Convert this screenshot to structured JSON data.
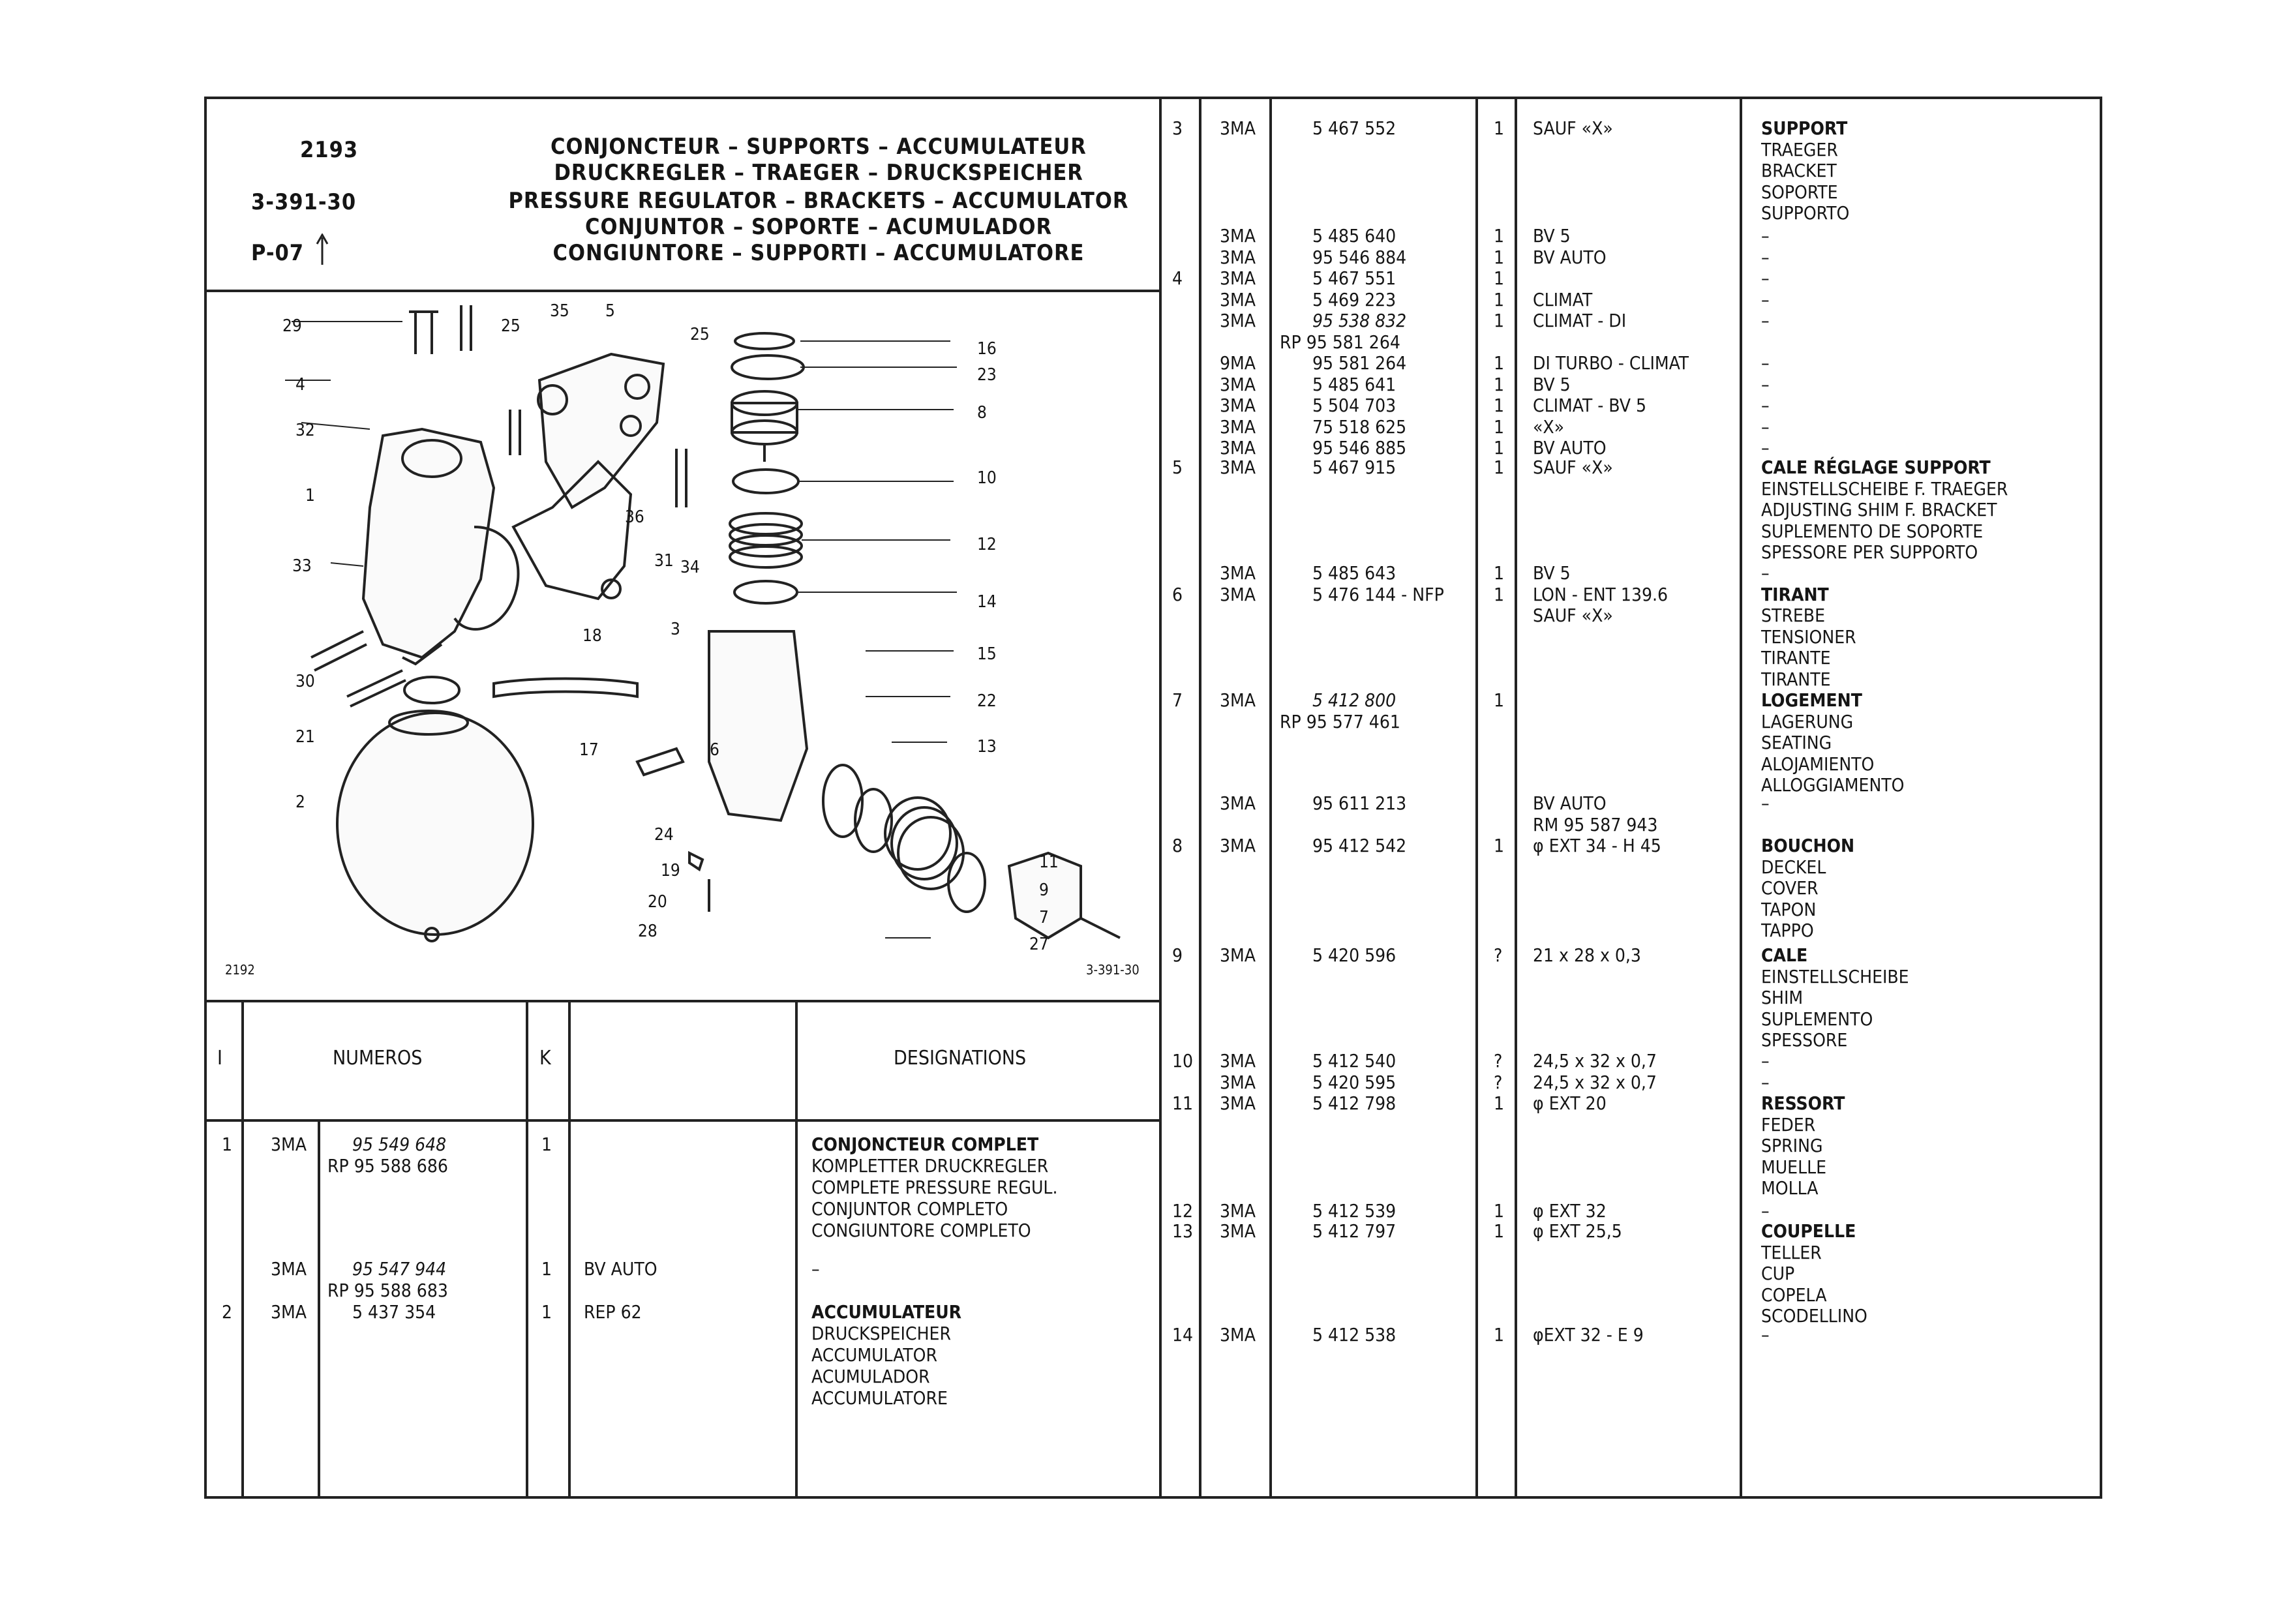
{
  "header": {
    "code1": "2193",
    "code2": "3-391-30",
    "code3": "P-07",
    "titles": [
      "CONJONCTEUR – SUPPORTS – ACCUMULATEUR",
      "DRUCKREGLER – TRAEGER – DRUCKSPEICHER",
      "PRESSURE REGULATOR – BRACKETS – ACCUMULATOR",
      "CONJUNTOR – SOPORTE – ACUMULADOR",
      "CONGIUNTORE – SUPPORTI – ACCUMULATORE"
    ]
  },
  "diagram": {
    "fig_left": "2192",
    "fig_right": "3-391-30",
    "callouts": [
      "29",
      "25",
      "35",
      "5",
      "25",
      "16",
      "4",
      "23",
      "8",
      "32",
      "10",
      "1",
      "36",
      "12",
      "33",
      "31",
      "34",
      "14",
      "18",
      "3",
      "15",
      "30",
      "22",
      "21",
      "6",
      "17",
      "13",
      "2",
      "24",
      "19",
      "11",
      "9",
      "20",
      "7",
      "28",
      "27"
    ]
  },
  "table_headers": {
    "index": "I",
    "numeros": "NUMEROS",
    "k": "K",
    "designations": "DESIGNATIONS"
  },
  "left_rows": [
    {
      "idx": "1",
      "model": "3MA",
      "num": "95 549 648",
      "num_italic": true,
      "k": "1",
      "note": "",
      "desig": "CONJONCTEUR COMPLET",
      "desig_bold": true
    },
    {
      "idx": "",
      "model": "",
      "num": "RP 95 588 686",
      "num_italic": false,
      "k": "",
      "note": "",
      "desig": "KOMPLETTER DRUCKREGLER",
      "desig_bold": false
    },
    {
      "idx": "",
      "model": "",
      "num": "",
      "num_italic": false,
      "k": "",
      "note": "",
      "desig": "COMPLETE PRESSURE REGUL.",
      "desig_bold": false
    },
    {
      "idx": "",
      "model": "",
      "num": "",
      "num_italic": false,
      "k": "",
      "note": "",
      "desig": "CONJUNTOR COMPLETO",
      "desig_bold": false
    },
    {
      "idx": "",
      "model": "",
      "num": "",
      "num_italic": false,
      "k": "",
      "note": "",
      "desig": "CONGIUNTORE COMPLETO",
      "desig_bold": false
    },
    {
      "idx": "",
      "model": "3MA",
      "num": "95 547 944",
      "num_italic": true,
      "k": "1",
      "note": "BV AUTO",
      "desig": "–",
      "desig_bold": false
    },
    {
      "idx": "",
      "model": "",
      "num": "RP 95 588 683",
      "num_italic": false,
      "k": "",
      "note": "",
      "desig": "",
      "desig_bold": false
    },
    {
      "idx": "2",
      "model": "3MA",
      "num": "5 437 354",
      "num_italic": false,
      "k": "1",
      "note": "REP 62",
      "desig": "ACCUMULATEUR",
      "desig_bold": true
    },
    {
      "idx": "",
      "model": "",
      "num": "",
      "num_italic": false,
      "k": "",
      "note": "",
      "desig": "DRUCKSPEICHER",
      "desig_bold": false
    },
    {
      "idx": "",
      "model": "",
      "num": "",
      "num_italic": false,
      "k": "",
      "note": "",
      "desig": "ACCUMULATOR",
      "desig_bold": false
    },
    {
      "idx": "",
      "model": "",
      "num": "",
      "num_italic": false,
      "k": "",
      "note": "",
      "desig": "ACUMULADOR",
      "desig_bold": false
    },
    {
      "idx": "",
      "model": "",
      "num": "",
      "num_italic": false,
      "k": "",
      "note": "",
      "desig": "ACCUMULATORE",
      "desig_bold": false
    }
  ],
  "right_rows": [
    {
      "row": 0,
      "idx": "3",
      "model": "3MA",
      "num": "5 467 552",
      "italic": false,
      "k": "1",
      "note": "SAUF «X»",
      "desig": "SUPPORT",
      "bold": true
    },
    {
      "row": 1,
      "idx": "",
      "model": "",
      "num": "",
      "italic": false,
      "k": "",
      "note": "",
      "desig": "TRAEGER",
      "bold": false
    },
    {
      "row": 2,
      "idx": "",
      "model": "",
      "num": "",
      "italic": false,
      "k": "",
      "note": "",
      "desig": "BRACKET",
      "bold": false
    },
    {
      "row": 3,
      "idx": "",
      "model": "",
      "num": "",
      "italic": false,
      "k": "",
      "note": "",
      "desig": "SOPORTE",
      "bold": false
    },
    {
      "row": 4,
      "idx": "",
      "model": "",
      "num": "",
      "italic": false,
      "k": "",
      "note": "",
      "desig": "SUPPORTO",
      "bold": false
    },
    {
      "row": 5,
      "idx": "",
      "model": "3MA",
      "num": "5 485 640",
      "italic": false,
      "k": "1",
      "note": "BV 5",
      "desig": "–",
      "bold": false
    },
    {
      "row": 6,
      "idx": "",
      "model": "3MA",
      "num": "95 546 884",
      "italic": false,
      "k": "1",
      "note": "BV AUTO",
      "desig": "–",
      "bold": false
    },
    {
      "row": 7,
      "idx": "4",
      "model": "3MA",
      "num": "5 467 551",
      "italic": false,
      "k": "1",
      "note": "",
      "desig": "–",
      "bold": false
    },
    {
      "row": 8,
      "idx": "",
      "model": "3MA",
      "num": "5 469 223",
      "italic": false,
      "k": "1",
      "note": "CLIMAT",
      "desig": "–",
      "bold": false
    },
    {
      "row": 9,
      "idx": "",
      "model": "3MA",
      "num": "95 538 832",
      "italic": true,
      "k": "1",
      "note": "CLIMAT - DI",
      "desig": "–",
      "bold": false
    },
    {
      "row": 10,
      "idx": "",
      "model": "",
      "num": "RP 95 581 264",
      "italic": false,
      "k": "",
      "note": "",
      "desig": "",
      "bold": false
    },
    {
      "row": 11,
      "idx": "",
      "model": "9MA",
      "num": "95 581 264",
      "italic": false,
      "k": "1",
      "note": "DI TURBO - CLIMAT",
      "desig": "–",
      "bold": false
    },
    {
      "row": 12,
      "idx": "",
      "model": "3MA",
      "num": "5 485 641",
      "italic": false,
      "k": "1",
      "note": "BV 5",
      "desig": "–",
      "bold": false
    },
    {
      "row": 13,
      "idx": "",
      "model": "3MA",
      "num": "5 504 703",
      "italic": false,
      "k": "1",
      "note": "CLIMAT - BV 5",
      "desig": "–",
      "bold": false
    },
    {
      "row": 14,
      "idx": "",
      "model": "3MA",
      "num": "75 518 625",
      "italic": false,
      "k": "1",
      "note": "«X»",
      "desig": "–",
      "bold": false
    },
    {
      "row": 15,
      "idx": "",
      "model": "3MA",
      "num": "95 546 885",
      "italic": false,
      "k": "1",
      "note": "BV AUTO",
      "desig": "–",
      "bold": false
    },
    {
      "row": 16,
      "idx": "5",
      "model": "3MA",
      "num": "5 467 915",
      "italic": false,
      "k": "1",
      "note": "SAUF «X»",
      "desig": "CALE RÉGLAGE SUPPORT",
      "bold": true
    },
    {
      "row": 17,
      "idx": "",
      "model": "",
      "num": "",
      "italic": false,
      "k": "",
      "note": "",
      "desig": "EINSTELLSCHEIBE F. TRAEGER",
      "bold": false
    },
    {
      "row": 18,
      "idx": "",
      "model": "",
      "num": "",
      "italic": false,
      "k": "",
      "note": "",
      "desig": "ADJUSTING SHIM F. BRACKET",
      "bold": false
    },
    {
      "row": 19,
      "idx": "",
      "model": "",
      "num": "",
      "italic": false,
      "k": "",
      "note": "",
      "desig": "SUPLEMENTO DE SOPORTE",
      "bold": false
    },
    {
      "row": 20,
      "idx": "",
      "model": "",
      "num": "",
      "italic": false,
      "k": "",
      "note": "",
      "desig": "SPESSORE PER SUPPORTO",
      "bold": false
    },
    {
      "row": 21,
      "idx": "",
      "model": "3MA",
      "num": "5 485 643",
      "italic": false,
      "k": "1",
      "note": "BV 5",
      "desig": "–",
      "bold": false
    },
    {
      "row": 22,
      "idx": "6",
      "model": "3MA",
      "num": "5 476 144 - NFP",
      "italic": false,
      "k": "1",
      "note": "LON - ENT 139.6",
      "desig": "TIRANT",
      "bold": true
    },
    {
      "row": 23,
      "idx": "",
      "model": "",
      "num": "",
      "italic": false,
      "k": "",
      "note": "SAUF «X»",
      "desig": "STREBE",
      "bold": false
    },
    {
      "row": 24,
      "idx": "",
      "model": "",
      "num": "",
      "italic": false,
      "k": "",
      "note": "",
      "desig": "TENSIONER",
      "bold": false
    },
    {
      "row": 25,
      "idx": "",
      "model": "",
      "num": "",
      "italic": false,
      "k": "",
      "note": "",
      "desig": "TIRANTE",
      "bold": false
    },
    {
      "row": 26,
      "idx": "",
      "model": "",
      "num": "",
      "italic": false,
      "k": "",
      "note": "",
      "desig": "TIRANTE",
      "bold": false
    },
    {
      "row": 27,
      "idx": "7",
      "model": "3MA",
      "num": "5 412 800",
      "italic": true,
      "k": "1",
      "note": "",
      "desig": "LOGEMENT",
      "bold": true
    },
    {
      "row": 28,
      "idx": "",
      "model": "",
      "num": "RP 95 577 461",
      "italic": false,
      "k": "",
      "note": "",
      "desig": "LAGERUNG",
      "bold": false
    },
    {
      "row": 29,
      "idx": "",
      "model": "",
      "num": "",
      "italic": false,
      "k": "",
      "note": "",
      "desig": "SEATING",
      "bold": false
    },
    {
      "row": 30,
      "idx": "",
      "model": "",
      "num": "",
      "italic": false,
      "k": "",
      "note": "",
      "desig": "ALOJAMIENTO",
      "bold": false
    },
    {
      "row": 31,
      "idx": "",
      "model": "",
      "num": "",
      "italic": false,
      "k": "",
      "note": "",
      "desig": "ALLOGGIAMENTO",
      "bold": false
    },
    {
      "row": 32,
      "idx": "",
      "model": "3MA",
      "num": "95 611 213",
      "italic": false,
      "k": "",
      "note": "BV AUTO",
      "desig": "–",
      "bold": false
    },
    {
      "row": 33,
      "idx": "",
      "model": "",
      "num": "",
      "italic": false,
      "k": "",
      "note": "RM 95 587 943",
      "desig": "",
      "bold": false
    },
    {
      "row": 34,
      "idx": "8",
      "model": "3MA",
      "num": "95 412 542",
      "italic": false,
      "k": "1",
      "note": "φ EXT 34 - H 45",
      "desig": "BOUCHON",
      "bold": true
    },
    {
      "row": 35,
      "idx": "",
      "model": "",
      "num": "",
      "italic": false,
      "k": "",
      "note": "",
      "desig": "DECKEL",
      "bold": false
    },
    {
      "row": 36,
      "idx": "",
      "model": "",
      "num": "",
      "italic": false,
      "k": "",
      "note": "",
      "desig": "COVER",
      "bold": false
    },
    {
      "row": 37,
      "idx": "",
      "model": "",
      "num": "",
      "italic": false,
      "k": "",
      "note": "",
      "desig": "TAPON",
      "bold": false
    },
    {
      "row": 38,
      "idx": "",
      "model": "",
      "num": "",
      "italic": false,
      "k": "",
      "note": "",
      "desig": "TAPPO",
      "bold": false
    },
    {
      "row": 39,
      "idx": "9",
      "model": "3MA",
      "num": "5 420 596",
      "italic": false,
      "k": "?",
      "note": "21 x 28 x 0,3",
      "desig": "CALE",
      "bold": true
    },
    {
      "row": 40,
      "idx": "",
      "model": "",
      "num": "",
      "italic": false,
      "k": "",
      "note": "",
      "desig": "EINSTELLSCHEIBE",
      "bold": false
    },
    {
      "row": 41,
      "idx": "",
      "model": "",
      "num": "",
      "italic": false,
      "k": "",
      "note": "",
      "desig": "SHIM",
      "bold": false
    },
    {
      "row": 42,
      "idx": "",
      "model": "",
      "num": "",
      "italic": false,
      "k": "",
      "note": "",
      "desig": "SUPLEMENTO",
      "bold": false
    },
    {
      "row": 43,
      "idx": "",
      "model": "",
      "num": "",
      "italic": false,
      "k": "",
      "note": "",
      "desig": "SPESSORE",
      "bold": false
    },
    {
      "row": 44,
      "idx": "10",
      "model": "3MA",
      "num": "5 412 540",
      "italic": false,
      "k": "?",
      "note": "24,5 x 32 x 0,7",
      "desig": "–",
      "bold": false
    },
    {
      "row": 45,
      "idx": "",
      "model": "3MA",
      "num": "5 420 595",
      "italic": false,
      "k": "?",
      "note": "24,5 x 32 x 0,7",
      "desig": "–",
      "bold": false
    },
    {
      "row": 46,
      "idx": "11",
      "model": "3MA",
      "num": "5 412 798",
      "italic": false,
      "k": "1",
      "note": "φ EXT 20",
      "desig": "RESSORT",
      "bold": true
    },
    {
      "row": 47,
      "idx": "",
      "model": "",
      "num": "",
      "italic": false,
      "k": "",
      "note": "",
      "desig": "FEDER",
      "bold": false
    },
    {
      "row": 48,
      "idx": "",
      "model": "",
      "num": "",
      "italic": false,
      "k": "",
      "note": "",
      "desig": "SPRING",
      "bold": false
    },
    {
      "row": 49,
      "idx": "",
      "model": "",
      "num": "",
      "italic": false,
      "k": "",
      "note": "",
      "desig": "MUELLE",
      "bold": false
    },
    {
      "row": 50,
      "idx": "",
      "model": "",
      "num": "",
      "italic": false,
      "k": "",
      "note": "",
      "desig": "MOLLA",
      "bold": false
    },
    {
      "row": 51,
      "idx": "12",
      "model": "3MA",
      "num": "5 412 539",
      "italic": false,
      "k": "1",
      "note": "φ EXT 32",
      "desig": "–",
      "bold": false
    },
    {
      "row": 52,
      "idx": "13",
      "model": "3MA",
      "num": "5 412 797",
      "italic": false,
      "k": "1",
      "note": "φ EXT 25,5",
      "desig": "COUPELLE",
      "bold": true
    },
    {
      "row": 53,
      "idx": "",
      "model": "",
      "num": "",
      "italic": false,
      "k": "",
      "note": "",
      "desig": "TELLER",
      "bold": false
    },
    {
      "row": 54,
      "idx": "",
      "model": "",
      "num": "",
      "italic": false,
      "k": "",
      "note": "",
      "desig": "CUP",
      "bold": false
    },
    {
      "row": 55,
      "idx": "",
      "model": "",
      "num": "",
      "italic": false,
      "k": "",
      "note": "",
      "desig": "COPELA",
      "bold": false
    },
    {
      "row": 56,
      "idx": "",
      "model": "",
      "num": "",
      "italic": false,
      "k": "",
      "note": "",
      "desig": "SCODELLINO",
      "bold": false
    },
    {
      "row": 57,
      "idx": "14",
      "model": "3MA",
      "num": "5 412 538",
      "italic": false,
      "k": "1",
      "note": "φEXT 32 - E 9",
      "desig": "–",
      "bold": false
    }
  ]
}
